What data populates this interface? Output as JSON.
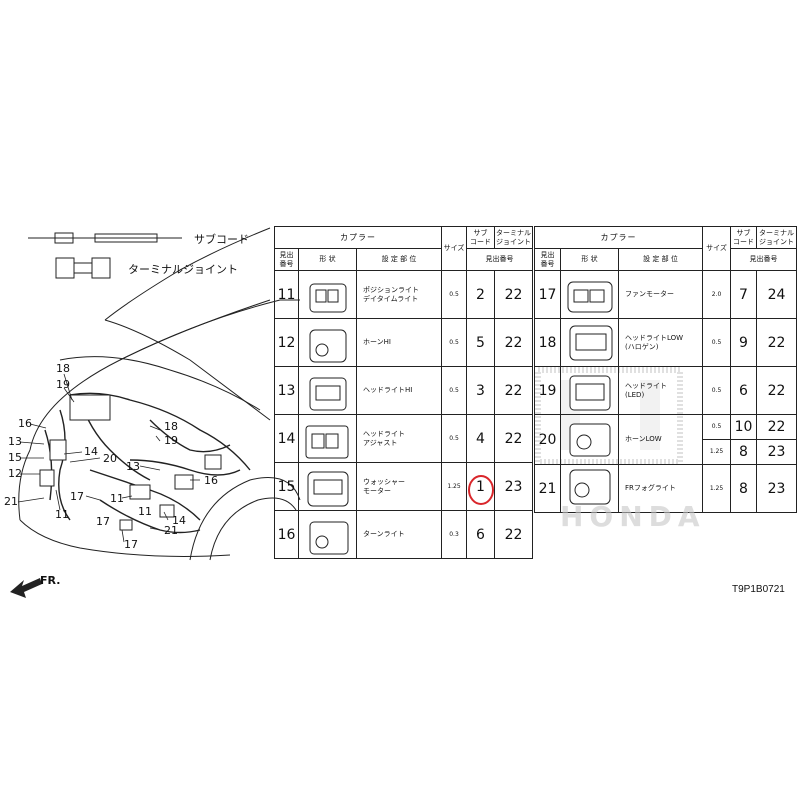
{
  "legend": {
    "sub_cord": "サブコード",
    "terminal_joint": "ターミナルジョイント"
  },
  "direction_label": "FR.",
  "callouts": [
    "18",
    "19",
    "16",
    "13",
    "15",
    "12",
    "21",
    "14",
    "20",
    "11",
    "17",
    "18",
    "19",
    "13",
    "16",
    "11",
    "14",
    "21",
    "17",
    "11",
    "17"
  ],
  "table_headers": {
    "coupler": "カプラー",
    "size": "サイズ",
    "sub_cord": "サブ\nコード",
    "terminal_joint": "ターミナル\nジョイント",
    "index_no": "見出\n番号",
    "shape": "形  状",
    "location": "設 定 部 位",
    "index_no_right": "見出番号"
  },
  "left_rows": [
    {
      "no": "11",
      "label": "ポジションライト\nデイタイムライト",
      "size": "0.5",
      "sub": "2",
      "tj": "22"
    },
    {
      "no": "12",
      "label": "ホーンHI",
      "size": "0.5",
      "sub": "5",
      "tj": "22"
    },
    {
      "no": "13",
      "label": "ヘッドライトHI",
      "size": "0.5",
      "sub": "3",
      "tj": "22"
    },
    {
      "no": "14",
      "label": "ヘッドライト\nアジャスト",
      "size": "0.5",
      "sub": "4",
      "tj": "22"
    },
    {
      "no": "15",
      "label": "ウォッシャー\nモーター",
      "size": "1.25",
      "sub": "1",
      "tj": "23"
    },
    {
      "no": "16",
      "label": "ターンライト",
      "size": "0.3",
      "sub": "6",
      "tj": "22"
    }
  ],
  "right_rows": [
    {
      "no": "17",
      "label": "ファンモーター",
      "size": "2.0",
      "sub": "7",
      "tj": "24"
    },
    {
      "no": "18",
      "label": "ヘッドライトLOW\n(ハロゲン)",
      "size": "0.5",
      "sub": "9",
      "tj": "22"
    },
    {
      "no": "19",
      "label": "ヘッドライト\n(LED)",
      "size": "0.5",
      "sub": "6",
      "tj": "22"
    },
    {
      "no": "20",
      "label": "ホーンLOW",
      "size": "0.5",
      "sub": "10",
      "tj": "22",
      "size2": "1.25",
      "sub2": "8",
      "tj2": "23"
    },
    {
      "no": "21",
      "label": "FRフォグライト",
      "size": "1.25",
      "sub": "8",
      "tj": "23"
    }
  ],
  "diagram_code": "T9P1B0721",
  "watermark": "HONDA",
  "colors": {
    "highlight": "#d9262b",
    "line": "#222222",
    "watermark": "#c8c8c8"
  }
}
